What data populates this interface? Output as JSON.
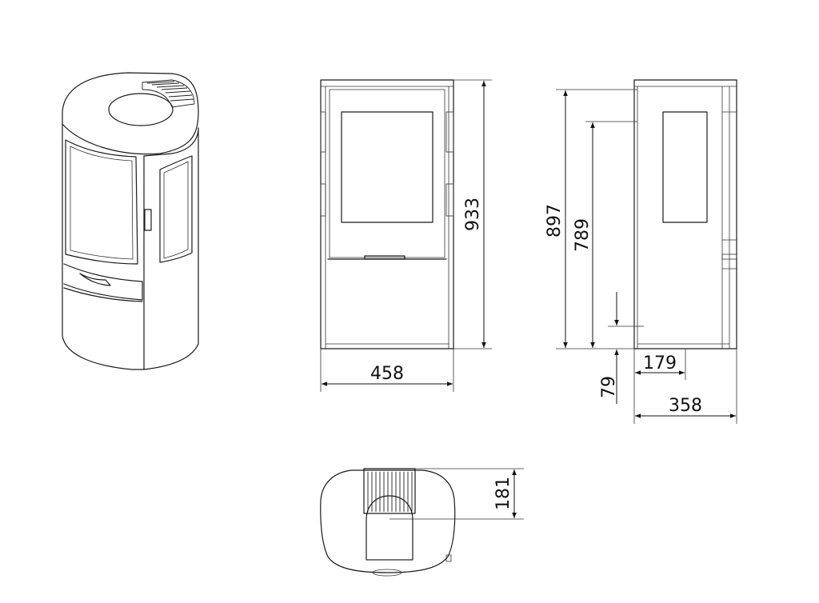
{
  "dimensions": {
    "front_width": "458",
    "front_height": "933",
    "side_total_height": "897",
    "side_inner_height": "789",
    "side_base_height": "79",
    "side_offset_depth": "179",
    "side_total_depth": "358",
    "top_offset": "181"
  },
  "colors": {
    "line": "#1a1a1a",
    "background": "#ffffff"
  }
}
